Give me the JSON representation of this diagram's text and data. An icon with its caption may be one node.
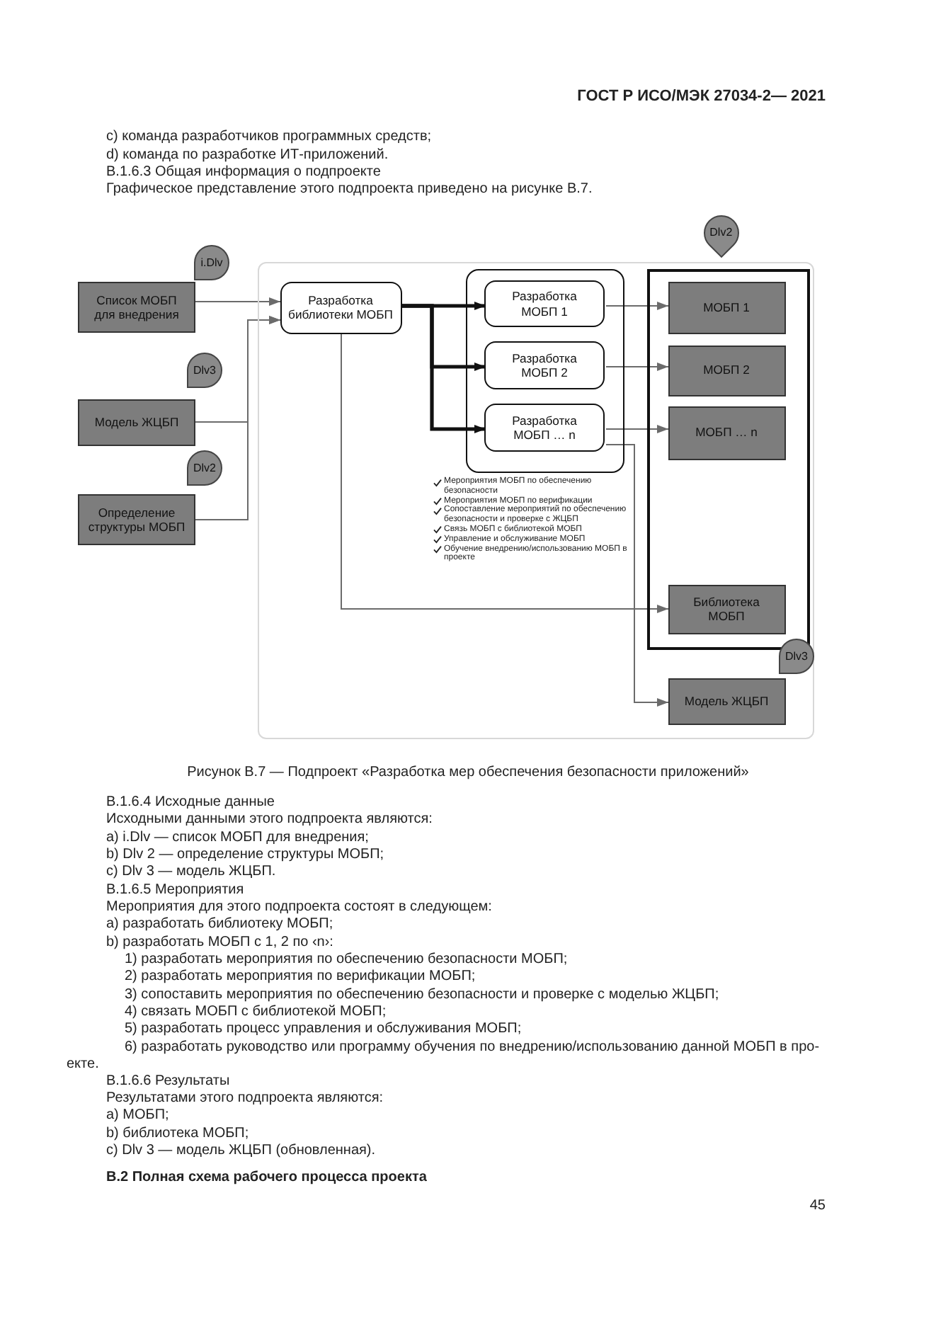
{
  "diagram": {
    "caption": "Рисунок В.7 — Подпроект «Разработка мер обеспечения безопасности приложений»",
    "nodes": [
      {
        "text": [],
        "shape": "box"
      },
      {
        "text": [
          "Список МОБП для внедрения"
        ],
        "beside": [
          "i.Dlv"
        ]
      },
      {
        "text": [
          "Модель ЖЦБП"
        ],
        "beside": [
          "Dlv3"
        ]
      },
      {
        "text": [
          "Определение структуры МОБП"
        ],
        "beside": [
          "Dlv2"
        ]
      },
      {
        "text": [
          "Разработка библиотеки МОБП"
        ],
        "in": 0
      },
      {
        "text": [],
        "shape": "box",
        "in": 0
      },
      {
        "text": [
          "Разработка МОБП 1"
        ],
        "in": 5
      },
      {
        "text": [
          "Разработка МОБП 2"
        ],
        "in": 5
      },
      {
        "text": [
          "Разработка МОБП … n"
        ],
        "in": 5
      },
      {
        "text": [],
        "shape": "box",
        "in": 0,
        "beside": [
          "Dlv2"
        ]
      },
      {
        "text": [
          "МОБП 1"
        ],
        "in": 9
      },
      {
        "text": [
          "МОБП 2"
        ],
        "in": 9
      },
      {
        "text": [
          "МОБП … n"
        ],
        "in": 9
      },
      {
        "text": [
          "Библиотека МОБП"
        ],
        "in": 9
      },
      {
        "text": [
          "Модель ЖЦБП"
        ],
        "in": 0,
        "beside": [
          "Dlv3"
        ]
      }
    ],
    "edges": [
      {
        "from": 1,
        "to": 4,
        "arrow": "to"
      },
      {
        "from": 2,
        "to": 4,
        "arrow": "to"
      },
      {
        "from": 3,
        "to": 4,
        "arrow": "to"
      },
      {
        "from": 4,
        "to": 6,
        "arrow": "to",
        "style": "thick",
        "color": "#111111"
      },
      {
        "from": 4,
        "to": 7,
        "arrow": "to",
        "style": "thick",
        "color": "#111111"
      },
      {
        "from": 4,
        "to": 8,
        "arrow": "to",
        "style": "thick",
        "color": "#111111"
      },
      {
        "from": 6,
        "to": 10,
        "arrow": "to"
      },
      {
        "from": 7,
        "to": 11,
        "arrow": "to"
      },
      {
        "from": 8,
        "to": 12,
        "arrow": "to"
      },
      {
        "from": 4,
        "to": 13,
        "arrow": "to"
      },
      {
        "from": 8,
        "to": 14,
        "arrow": "to"
      }
    ],
    "labels": [
      "ГОСТ Р ИСО/МЭК 27034-2— 2021",
      "c) команда разработчиков программных средств;",
      "d) команда по разработке ИТ-приложений.",
      "В.1.6.3 Общая информация о подпроекте",
      "Графическое представление этого подпроекта приведено на рисунке В.7.",
      "Мероприятия МОБП по обеспечению безопасности",
      "Мероприятия МОБП по верификации",
      "Сопоставление мероприятий по обеспечению безопасности и проверке с ЖЦБП",
      "Связь МОБП с библиотекой МОБП",
      "Управление и обслуживание МОБП",
      "Обучение внедрению/использованию МОБП в проекте",
      "В.1.6.4 Исходные данные",
      "Исходными данными этого подпроекта являются:",
      "a) i.Dlv — список МОБП для внедрения;",
      "b) Dlv 2 — определение структуры МОБП;",
      "c) Dlv 3 — модель ЖЦБП.",
      "В.1.6.5 Мероприятия",
      "Мероприятия для этого подпроекта состоят в следующем:",
      "a) разработать библиотеку МОБП;",
      "b) разработать МОБП с 1, 2 по ‹n›:",
      "1) разработать мероприятия по обеспечению безопасности МОБП;",
      "2) разработать мероприятия по верификации МОБП;",
      "3) сопоставить мероприятия по обеспечению безопасности и проверке с моделью ЖЦБП;",
      "4) связать МОБП с библиотекой МОБП;",
      "5) разработать процесс управления и обслуживания МОБП;",
      "6) разработать руководство или программу обучения по внедрению/использованию данной МОБП в про- екте.",
      "В.1.6.6 Результаты",
      "Результатами этого подпроекта являются:",
      "a) МОБП;",
      "b) библиотека МОБП;",
      "c) Dlv 3 — модель ЖЦБП (обновленная).",
      "В.2 Полная схема рабочего процесса проекта",
      "45"
    ]
  }
}
